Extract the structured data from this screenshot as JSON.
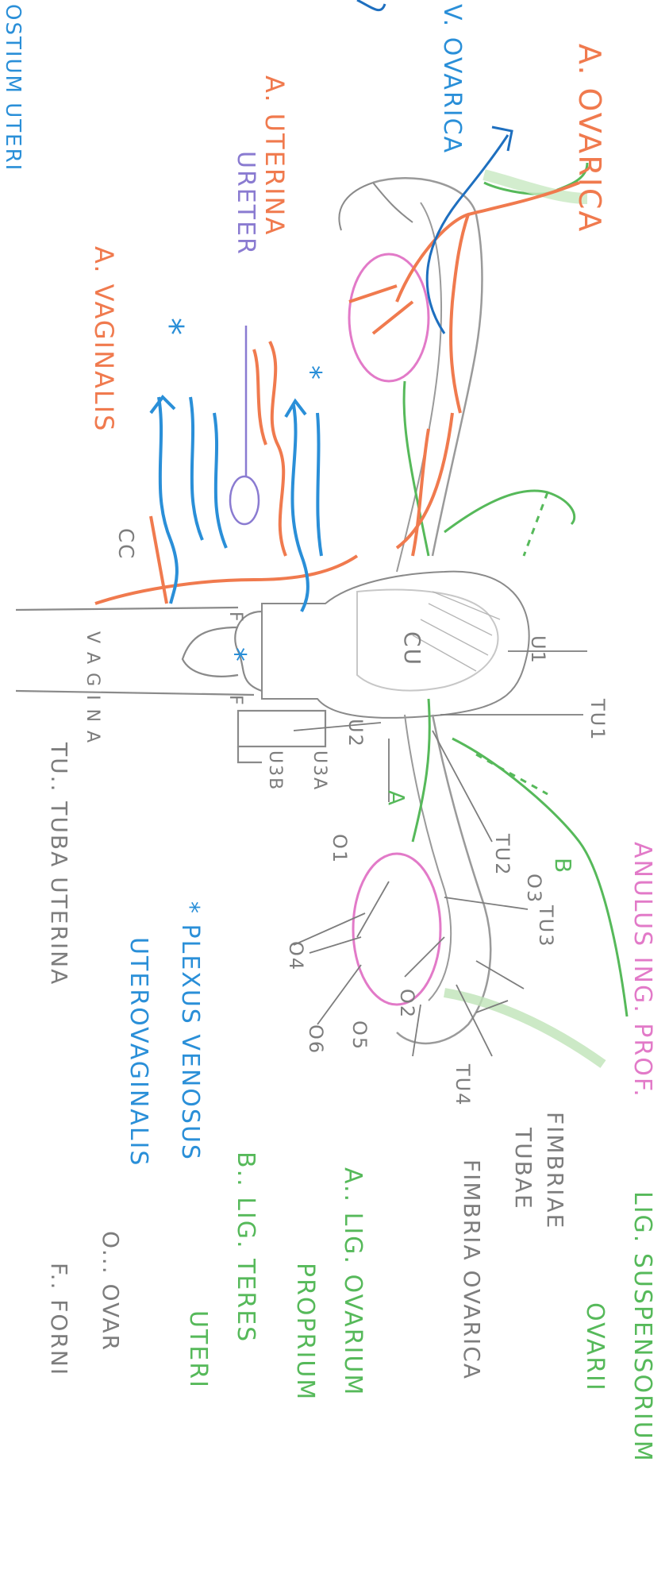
{
  "labels": {
    "ostium_uteri": "Ostium uteri",
    "v_ovarica": "V. ovarica",
    "a_ovarica": "A. ovarica",
    "a_uterina": "A. uterina",
    "ureter": "Ureter",
    "a_vaginalis": "A. vaginalis",
    "anulus": "Anulus ing. prof.",
    "lig_susp_1": "Lig. suspensorium",
    "lig_susp_2": "ovarii",
    "fimbriae_1": "Fimbriae",
    "fimbriae_2": "tubae",
    "fimbria_ovarica": "Fimbria ovarica",
    "legend_a_1": "A.. Lig. ovarium",
    "legend_a_2": "proprium",
    "legend_b_1": "B.. Lig. teres",
    "legend_b_2": "uteri",
    "plexus_1": "* Plexus venosus",
    "plexus_2": "uterovaginalis",
    "legend_o": "O... ovar",
    "legend_tu": "TU.. Tuba uterina",
    "legend_f": "F.. forni",
    "cc": "CC",
    "cu": "CU",
    "vagina": "V A G I N A",
    "f_upper": "F",
    "f_lower": "F",
    "u1": "U1",
    "u2": "U2",
    "u3a": "U3A",
    "u3b": "U3B",
    "tu1": "TU1",
    "tu2": "TU2",
    "tu3": "TU3",
    "tu4": "TU4",
    "o1": "O1",
    "o2": "O2",
    "o3": "O3",
    "o4": "O4",
    "o5": "O5",
    "o6": "O6",
    "a_mark": "A",
    "b_mark": "B",
    "star_1": "*",
    "star_2": "*",
    "star_3": "*"
  },
  "colors": {
    "artery": "#f07a4e",
    "vein": "#2a8fd8",
    "ureter": "#8a7bd1",
    "ovary_outline": "#e27ac8",
    "ligament": "#56b95a",
    "pencil": "#7d7d7d"
  }
}
